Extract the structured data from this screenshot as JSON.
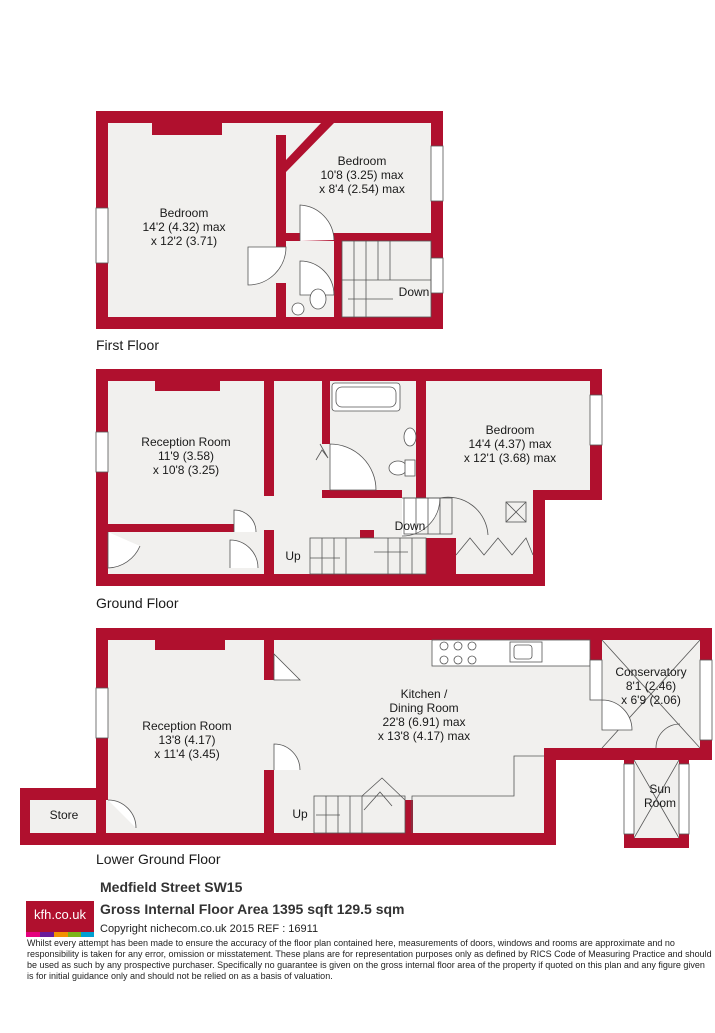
{
  "colors": {
    "wall": "#b0102e",
    "floor": "#f1f0ee",
    "line": "#555555"
  },
  "floors": {
    "first": {
      "title": "First Floor",
      "bedroom1": {
        "name": "Bedroom",
        "dim1": "14'2 (4.32) max",
        "dim2": "x 12'2 (3.71)"
      },
      "bedroom2": {
        "name": "Bedroom",
        "dim1": "10'8 (3.25) max",
        "dim2": "x 8'4 (2.54) max"
      },
      "stairs": "Down"
    },
    "ground": {
      "title": "Ground Floor",
      "reception": {
        "name": "Reception Room",
        "dim1": "11'9 (3.58)",
        "dim2": "x 10'8 (3.25)"
      },
      "bedroom": {
        "name": "Bedroom",
        "dim1": "14'4 (4.37) max",
        "dim2": "x 12'1 (3.68) max"
      },
      "stairs_down": "Down",
      "stairs_up": "Up"
    },
    "lower": {
      "title": "Lower Ground Floor",
      "reception": {
        "name": "Reception Room",
        "dim1": "13'8 (4.17)",
        "dim2": "x 11'4 (3.45)"
      },
      "kitchen": {
        "name1": "Kitchen /",
        "name2": "Dining Room",
        "dim1": "22'8 (6.91) max",
        "dim2": "x 13'8 (4.17) max"
      },
      "conservatory": {
        "name": "Conservatory",
        "dim1": "8'1 (2.46)",
        "dim2": "x 6'9 (2.06)"
      },
      "sunroom": {
        "name1": "Sun",
        "name2": "Room"
      },
      "store": "Store",
      "stairs_up": "Up"
    }
  },
  "footer": {
    "logo": "kfh.co.uk",
    "logo_colors": [
      "#e6007e",
      "#6a1b9a",
      "#f39200",
      "#7cb518",
      "#00a0d2"
    ],
    "address": "Medfield Street SW15",
    "area": "Gross Internal Floor Area 1395 sqft 129.5 sqm",
    "copyright": "Copyright nichecom.co.uk 2015 REF : 16911",
    "disclaimer": "Whilst every attempt has been made to ensure the accuracy of the floor plan contained here, measurements of doors, windows and rooms are approximate and no responsibility is taken for any error, omission or misstatement.  These plans are for representation purposes only as defined by RICS Code of Measuring Practice and should be used as such by any prospective purchaser.  Specifically no guarantee is given on the gross internal floor area of the property if quoted on this plan and any figure given is for initial guidance only and should not be relied on as a basis of valuation."
  }
}
